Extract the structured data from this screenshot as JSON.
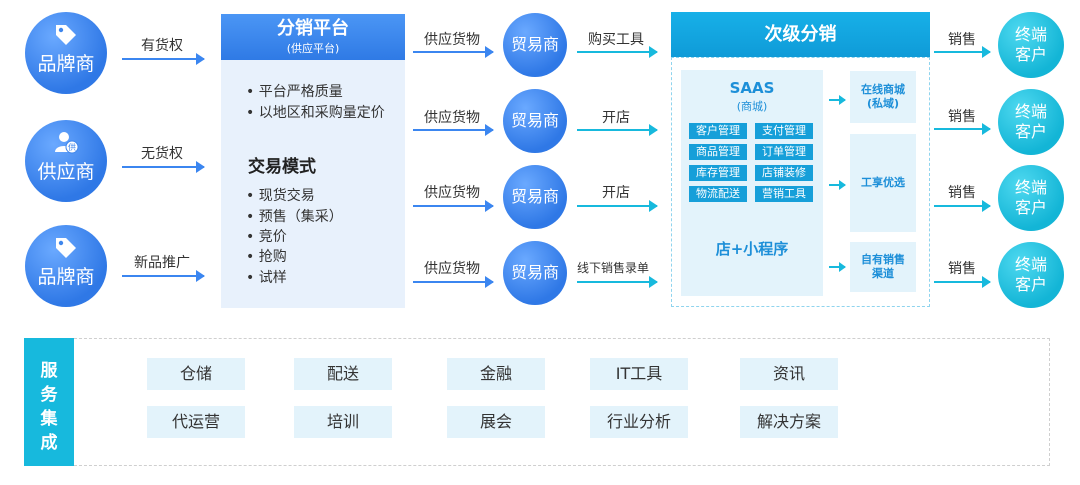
{
  "sources": [
    {
      "label": "品牌商",
      "icon": "tag-icon",
      "arrow_label": "有货权"
    },
    {
      "label": "供应商",
      "icon": "supplier-person-icon",
      "badge": "供",
      "arrow_label": "无货权"
    },
    {
      "label": "品牌商",
      "icon": "tag-icon",
      "arrow_label": "新品推广"
    }
  ],
  "platform": {
    "title": "分销平台",
    "subtitle": "(供应平台)",
    "bullets": [
      "平台严格质量",
      "以地区和采购量定价"
    ],
    "mode_title": "交易模式",
    "modes": [
      "现货交易",
      "预售（集采）",
      "竞价",
      "抢购",
      "试样"
    ]
  },
  "supply_rows": [
    {
      "supply_label": "供应货物",
      "trader": "贸易商",
      "action_label": "购买工具"
    },
    {
      "supply_label": "供应货物",
      "trader": "贸易商",
      "action_label": "开店"
    },
    {
      "supply_label": "供应货物",
      "trader": "贸易商",
      "action_label": "开店"
    },
    {
      "supply_label": "供应货物",
      "trader": "贸易商",
      "action_label": "线下销售录单"
    }
  ],
  "secondary": {
    "title": "次级分销",
    "saas_title": "SAAS",
    "saas_subtitle": "(商城)",
    "features": [
      "客户管理",
      "支付管理",
      "商品管理",
      "订单管理",
      "库存管理",
      "店铺装修",
      "物流配送",
      "营销工具"
    ],
    "store_label": "店+小程序",
    "channels": [
      {
        "line1": "在线商城",
        "line2": "(私域)"
      },
      {
        "line1": "工享优选",
        "line2": ""
      },
      {
        "line1": "自有销售",
        "line2": "渠道"
      }
    ]
  },
  "customers": [
    {
      "sale_label": "销售",
      "line1": "终端",
      "line2": "客户"
    },
    {
      "sale_label": "销售",
      "line1": "终端",
      "line2": "客户"
    },
    {
      "sale_label": "销售",
      "line1": "终端",
      "line2": "客户"
    },
    {
      "sale_label": "销售",
      "line1": "终端",
      "line2": "客户"
    }
  ],
  "services": {
    "side_chars": [
      "服",
      "务",
      "集",
      "成"
    ],
    "row1": [
      "仓储",
      "配送",
      "金融",
      "IT工具",
      "资讯"
    ],
    "row2": [
      "代运营",
      "培训",
      "展会",
      "行业分析",
      "解决方案"
    ]
  },
  "colors": {
    "blue": "#2f78e6",
    "cyan": "#17b9dd",
    "light_blue": "#e8f1fc",
    "light_cyan": "#e3f3fb"
  }
}
